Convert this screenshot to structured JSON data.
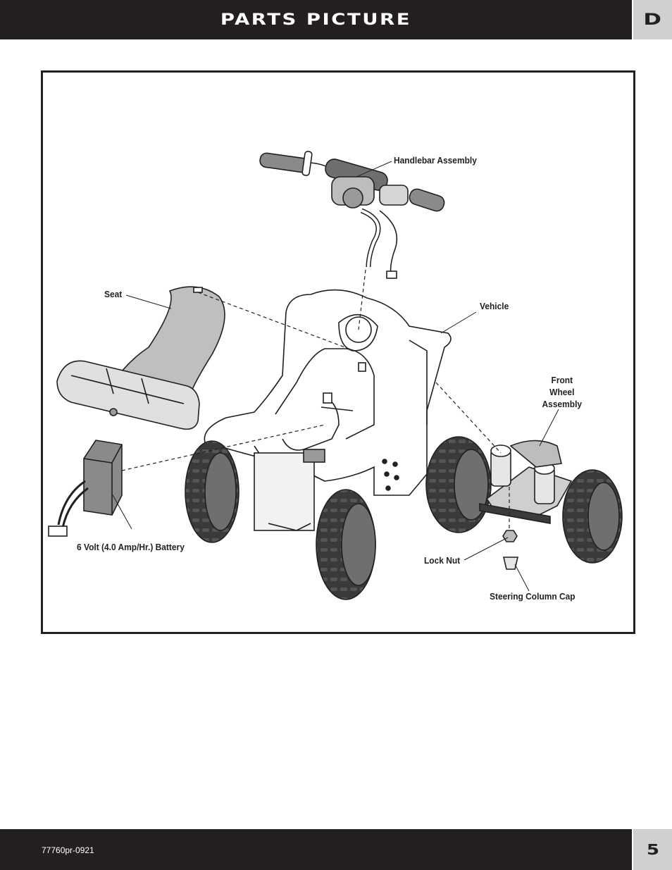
{
  "header": {
    "title": "PARTS PICTURE",
    "section_letter": "D"
  },
  "figure": {
    "callouts": {
      "handlebar": "Handlebar Assembly",
      "seat": "Seat",
      "vehicle": "Vehicle",
      "front_wheel_line1": "Front",
      "front_wheel_line2": "Wheel",
      "front_wheel_line3": "Assembly",
      "battery": "6 Volt (4.0 Amp/Hr.) Battery",
      "lock_nut": "Lock Nut",
      "steering_cap": "Steering Column Cap"
    }
  },
  "footer": {
    "doc_code": "77760pr-0921",
    "page_number": "5"
  }
}
